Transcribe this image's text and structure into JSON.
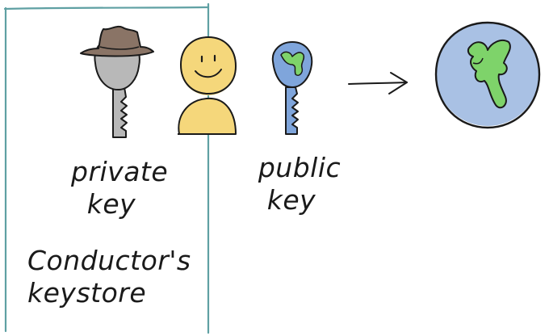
{
  "labels": {
    "private_line1": "private",
    "private_line2": "key",
    "public_line1": "public",
    "public_line2": "key",
    "keystore_line1": "Conductor's",
    "keystore_line2": "keystore"
  },
  "icons": {
    "private_key": "gray-key-with-hat-icon",
    "person": "smiling-person-icon",
    "public_key": "blue-globe-key-icon",
    "arrow": "right-arrow-icon",
    "globe": "earth-globe-icon"
  },
  "colors": {
    "box_border": "#5fa0a3",
    "private_key_fill": "#b8b8b8",
    "hat_fill": "#8a7466",
    "person_fill": "#f5d77b",
    "public_key_fill": "#7fa5db",
    "land_fill": "#7ed36a",
    "ocean_fill": "#a9c1e4",
    "ink": "#1a1a1a"
  }
}
